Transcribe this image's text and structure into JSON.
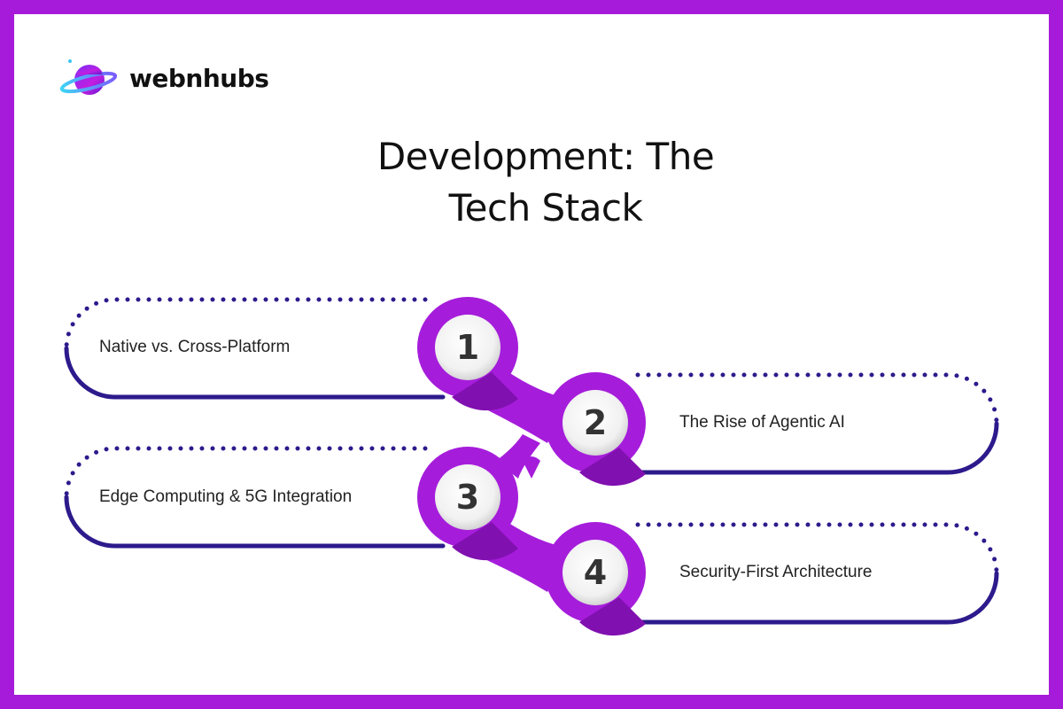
{
  "brand": {
    "name": "webnhubs"
  },
  "title": {
    "line1": "Development: The",
    "line2": "Tech Stack"
  },
  "steps": [
    {
      "number": "1",
      "label": "Native vs. Cross-Platform"
    },
    {
      "number": "2",
      "label": "The Rise of Agentic AI"
    },
    {
      "number": "3",
      "label": "Edge Computing & 5G Integration"
    },
    {
      "number": "4",
      "label": "Security-First Architecture"
    }
  ],
  "colors": {
    "border": "#a61bd9",
    "circle": "#a51ddb",
    "circle_shadow": "#8110b0",
    "connector": "#2d1a8c",
    "text": "#222222"
  }
}
